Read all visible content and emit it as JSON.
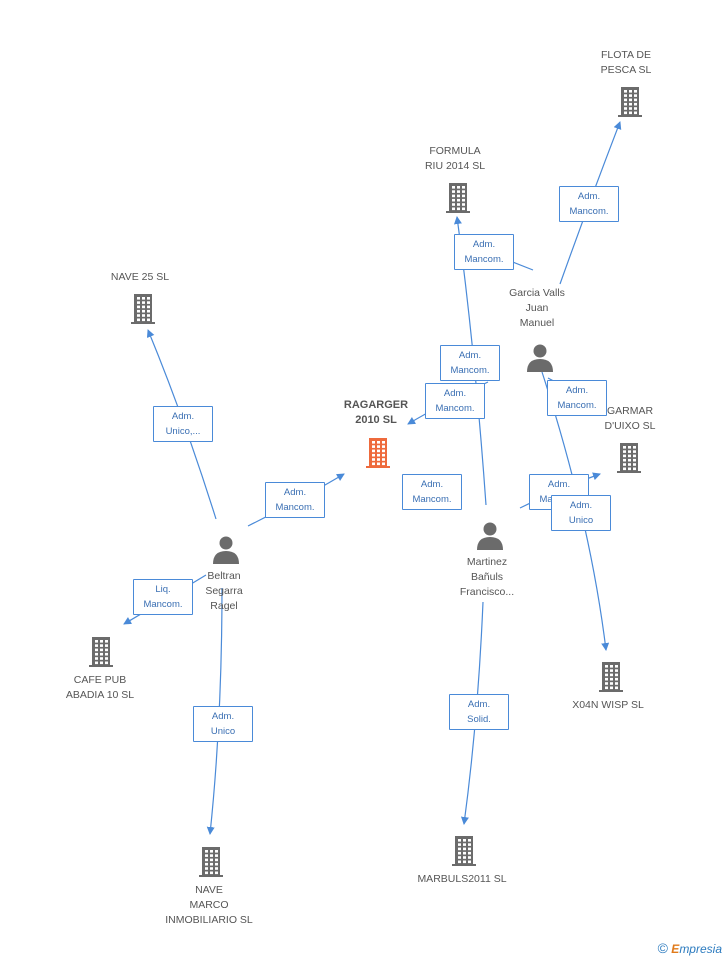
{
  "colors": {
    "edge": "#4a8ad8",
    "node": "#6b6b6b",
    "main_node": "#ee6a3c",
    "label": "#555555"
  },
  "nodes": [
    {
      "id": "ragarger",
      "kind": "company",
      "main": true,
      "label": "RAGARGER\n2010 SL",
      "icon": "building-icon"
    },
    {
      "id": "flota",
      "kind": "company",
      "label": "FLOTA DE\nPESCA SL",
      "icon": "building-icon"
    },
    {
      "id": "formula",
      "kind": "company",
      "label": "FORMULA\nRIU 2014  SL",
      "icon": "building-icon"
    },
    {
      "id": "nave25",
      "kind": "company",
      "label": "NAVE 25 SL",
      "icon": "building-icon"
    },
    {
      "id": "garmar",
      "kind": "company",
      "label": "GARMAR\nD'UIXO SL",
      "icon": "building-icon"
    },
    {
      "id": "cafe",
      "kind": "company",
      "label": "CAFE PUB\nABADIA 10 SL",
      "icon": "building-icon"
    },
    {
      "id": "x04n",
      "kind": "company",
      "label": "X04N WISP SL",
      "icon": "building-icon"
    },
    {
      "id": "nave_marco",
      "kind": "company",
      "label": "NAVE\nMARCO\nINMOBILIARIO SL",
      "icon": "building-icon"
    },
    {
      "id": "marbuls",
      "kind": "company",
      "label": "MARBULS2011 SL",
      "icon": "building-icon"
    },
    {
      "id": "garcia",
      "kind": "person",
      "label": "Garcia Valls\nJuan\nManuel",
      "icon": "person-icon"
    },
    {
      "id": "beltran",
      "kind": "person",
      "label": "Beltran\nSegarra\nRagel",
      "icon": "person-icon"
    },
    {
      "id": "martinez",
      "kind": "person",
      "label": "Martinez\nBañuls\nFrancisco...",
      "icon": "person-icon"
    }
  ],
  "relations": [
    {
      "id": "r1",
      "label": "Adm.\nMancom."
    },
    {
      "id": "r2",
      "label": "Adm.\nMancom."
    },
    {
      "id": "r3",
      "label": "Adm.\nMancom."
    },
    {
      "id": "r4",
      "label": "Adm.\nMancom."
    },
    {
      "id": "r5",
      "label": "Adm.\nMancom."
    },
    {
      "id": "r6",
      "label": "Adm.\nMancom."
    },
    {
      "id": "r7",
      "label": "Adm.\nMancom."
    },
    {
      "id": "r8",
      "label": "Adm.\nUnico"
    },
    {
      "id": "r9",
      "label": "Adm.\nUnico,..."
    },
    {
      "id": "r10",
      "label": "Adm.\nMancom."
    },
    {
      "id": "r11",
      "label": "Liq.\nMancom."
    },
    {
      "id": "r12",
      "label": "Adm.\nUnico"
    },
    {
      "id": "r13",
      "label": "Adm.\nMancom."
    },
    {
      "id": "r14",
      "label": "Adm.\nSolid."
    }
  ],
  "brand": {
    "copyright": "©",
    "name_first": "E",
    "name_rest": "mpresia"
  }
}
